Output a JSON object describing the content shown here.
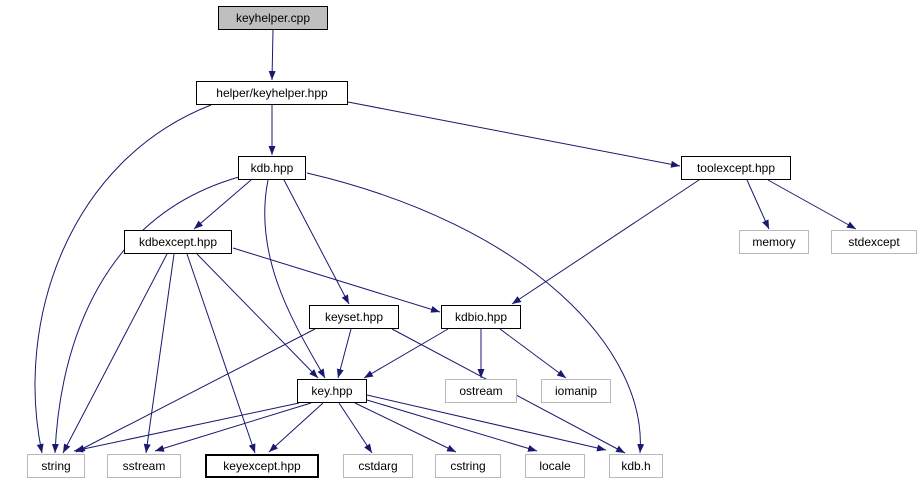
{
  "diagram": {
    "kind": "include-dependency-graph",
    "root_file": "keyhelper.cpp"
  },
  "nodes": [
    {
      "id": "keyhelper_cpp",
      "label": "keyhelper.cpp",
      "type": "main"
    },
    {
      "id": "keyhelper_hpp",
      "label": "helper/keyhelper.hpp",
      "type": "internal"
    },
    {
      "id": "kdb_hpp",
      "label": "kdb.hpp",
      "type": "internal"
    },
    {
      "id": "toolexcept_hpp",
      "label": "toolexcept.hpp",
      "type": "internal"
    },
    {
      "id": "kdbexcept_hpp",
      "label": "kdbexcept.hpp",
      "type": "internal"
    },
    {
      "id": "memory",
      "label": "memory",
      "type": "external"
    },
    {
      "id": "stdexcept",
      "label": "stdexcept",
      "type": "external"
    },
    {
      "id": "keyset_hpp",
      "label": "keyset.hpp",
      "type": "internal"
    },
    {
      "id": "kdbio_hpp",
      "label": "kdbio.hpp",
      "type": "internal"
    },
    {
      "id": "key_hpp",
      "label": "key.hpp",
      "type": "internal"
    },
    {
      "id": "ostream",
      "label": "ostream",
      "type": "external"
    },
    {
      "id": "iomanip",
      "label": "iomanip",
      "type": "external"
    },
    {
      "id": "string",
      "label": "string",
      "type": "external"
    },
    {
      "id": "sstream",
      "label": "sstream",
      "type": "external"
    },
    {
      "id": "keyexcept_hpp",
      "label": "keyexcept.hpp",
      "type": "highlight"
    },
    {
      "id": "cstdarg",
      "label": "cstdarg",
      "type": "external"
    },
    {
      "id": "cstring",
      "label": "cstring",
      "type": "external"
    },
    {
      "id": "locale",
      "label": "locale",
      "type": "external"
    },
    {
      "id": "kdb_h",
      "label": "kdb.h",
      "type": "external"
    }
  ],
  "edges": [
    {
      "from": "keyhelper_cpp",
      "to": "keyhelper_hpp"
    },
    {
      "from": "keyhelper_hpp",
      "to": "kdb_hpp"
    },
    {
      "from": "keyhelper_hpp",
      "to": "toolexcept_hpp"
    },
    {
      "from": "keyhelper_hpp",
      "to": "string"
    },
    {
      "from": "kdb_hpp",
      "to": "kdbexcept_hpp"
    },
    {
      "from": "kdb_hpp",
      "to": "keyset_hpp"
    },
    {
      "from": "kdb_hpp",
      "to": "key_hpp"
    },
    {
      "from": "kdb_hpp",
      "to": "string"
    },
    {
      "from": "kdb_hpp",
      "to": "kdb_h"
    },
    {
      "from": "toolexcept_hpp",
      "to": "memory"
    },
    {
      "from": "toolexcept_hpp",
      "to": "stdexcept"
    },
    {
      "from": "toolexcept_hpp",
      "to": "kdbio_hpp"
    },
    {
      "from": "kdbexcept_hpp",
      "to": "string"
    },
    {
      "from": "kdbexcept_hpp",
      "to": "sstream"
    },
    {
      "from": "kdbexcept_hpp",
      "to": "keyexcept_hpp"
    },
    {
      "from": "kdbexcept_hpp",
      "to": "key_hpp"
    },
    {
      "from": "kdbexcept_hpp",
      "to": "kdbio_hpp"
    },
    {
      "from": "keyset_hpp",
      "to": "key_hpp"
    },
    {
      "from": "keyset_hpp",
      "to": "string"
    },
    {
      "from": "keyset_hpp",
      "to": "kdb_h"
    },
    {
      "from": "kdbio_hpp",
      "to": "ostream"
    },
    {
      "from": "kdbio_hpp",
      "to": "iomanip"
    },
    {
      "from": "kdbio_hpp",
      "to": "key_hpp"
    },
    {
      "from": "key_hpp",
      "to": "string"
    },
    {
      "from": "key_hpp",
      "to": "sstream"
    },
    {
      "from": "key_hpp",
      "to": "keyexcept_hpp"
    },
    {
      "from": "key_hpp",
      "to": "cstdarg"
    },
    {
      "from": "key_hpp",
      "to": "cstring"
    },
    {
      "from": "key_hpp",
      "to": "locale"
    },
    {
      "from": "key_hpp",
      "to": "kdb_h"
    }
  ],
  "colors": {
    "edge": "#191970",
    "main_fill": "#bfbfbf",
    "node_fill": "#ffffff",
    "internal_border": "#000000",
    "external_border": "#b9b9b9"
  }
}
